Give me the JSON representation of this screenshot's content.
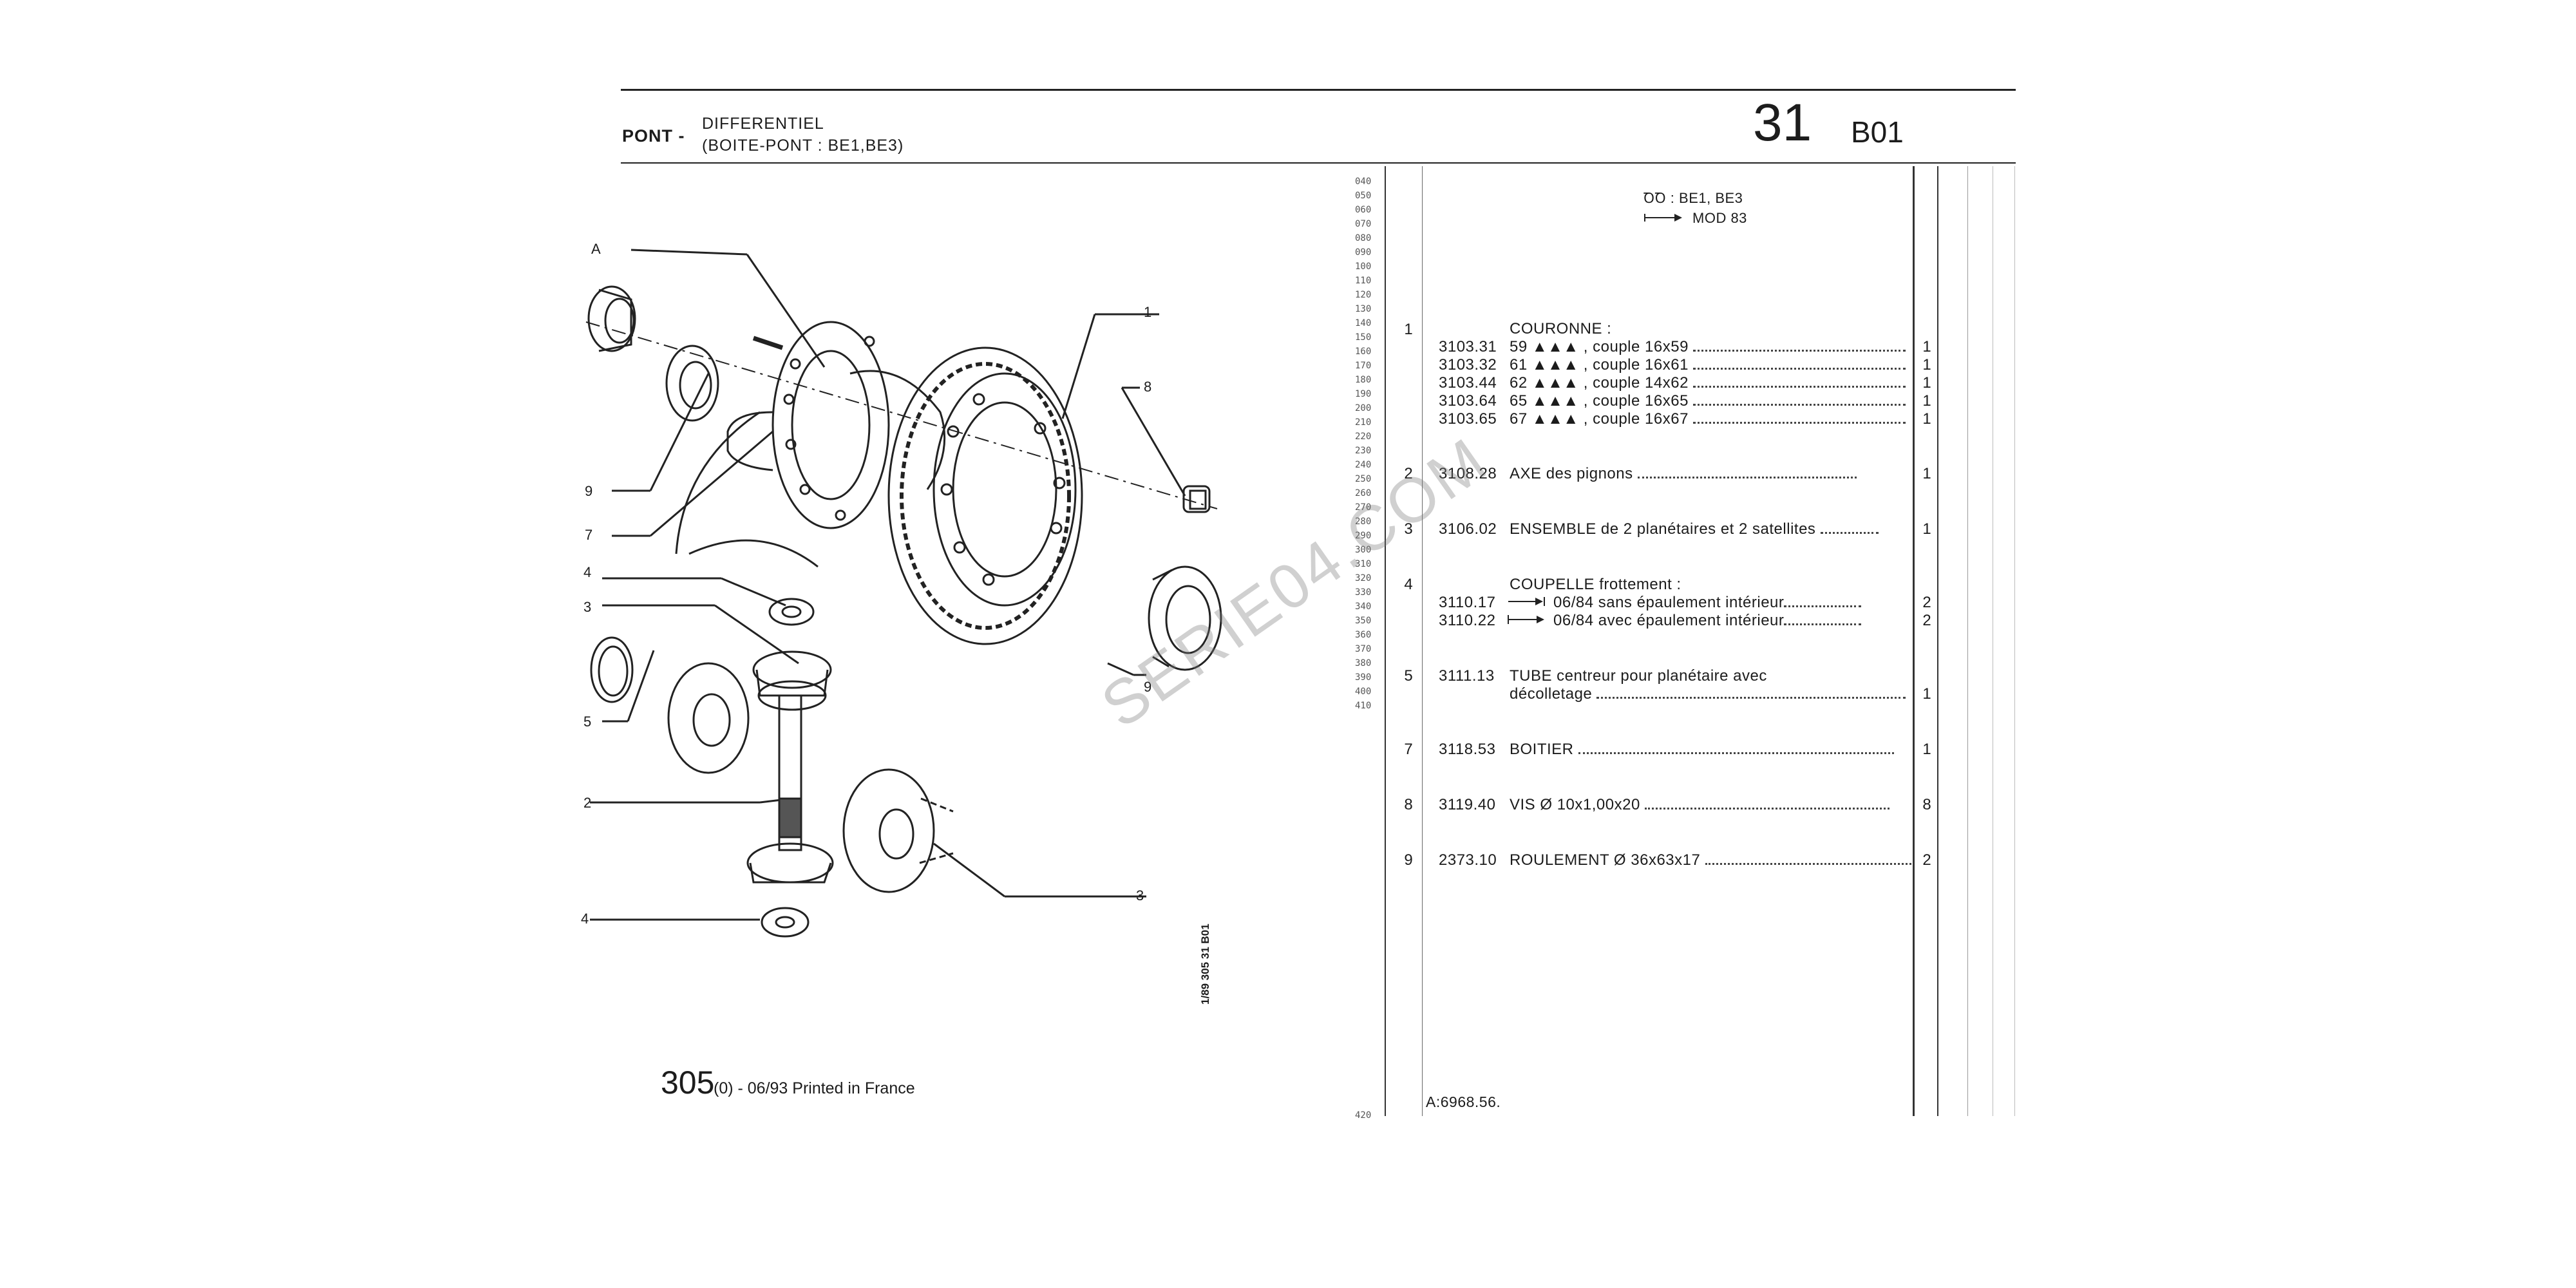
{
  "header": {
    "section": "PONT -",
    "subtitle_1": "DIFFERENTIEL",
    "subtitle_2": "(BOITE-PONT : BE1,BE3)",
    "page_number": "31",
    "page_code": "B01"
  },
  "row_codes": [
    "040",
    "050",
    "060",
    "070",
    "080",
    "090",
    "100",
    "110",
    "120",
    "130",
    "140",
    "150",
    "160",
    "170",
    "180",
    "190",
    "200",
    "210",
    "220",
    "230",
    "240",
    "250",
    "260",
    "270",
    "280",
    "290",
    "300",
    "310",
    "320",
    "330",
    "340",
    "350",
    "360",
    "370",
    "380",
    "390",
    "400",
    "410"
  ],
  "last_row_code": "420",
  "applicability": {
    "line1": "ꝹꝹ : BE1, BE3",
    "line2": "MOD 83"
  },
  "parts": [
    {
      "ref": "1",
      "title": "COURONNE :",
      "lines": [
        {
          "pn": "3103.31",
          "desc": "59 ▲▲▲ , couple 16x59",
          "qty": "1"
        },
        {
          "pn": "3103.32",
          "desc": "61 ▲▲▲ , couple 16x61",
          "qty": "1"
        },
        {
          "pn": "3103.44",
          "desc": "62 ▲▲▲ , couple 14x62",
          "qty": "1"
        },
        {
          "pn": "3103.64",
          "desc": "65 ▲▲▲ , couple 16x65",
          "qty": "1"
        },
        {
          "pn": "3103.65",
          "desc": "67 ▲▲▲ , couple 16x67",
          "qty": "1"
        }
      ]
    },
    {
      "ref": "2",
      "pn": "3108.28",
      "desc": "AXE des pignons",
      "qty": "1"
    },
    {
      "ref": "3",
      "pn": "3106.02",
      "desc": "ENSEMBLE de 2 planétaires et 2 satellites",
      "qty": "1"
    },
    {
      "ref": "4",
      "title": "COUPELLE frottement :",
      "lines": [
        {
          "pn": "3110.17",
          "desc": "06/84 sans épaulement intérieur",
          "qty": "2"
        },
        {
          "pn": "3110.22",
          "desc": "06/84 avec épaulement intérieur",
          "qty": "2"
        }
      ]
    },
    {
      "ref": "5",
      "pn": "3111.13",
      "desc": "TUBE centreur pour planétaire avec",
      "desc2": "décolletage",
      "qty": "1"
    },
    {
      "ref": "7",
      "pn": "3118.53",
      "desc": "BOITIER",
      "qty": "1"
    },
    {
      "ref": "8",
      "pn": "3119.40",
      "desc": "VIS Ø 10x1,00x20",
      "qty": "8"
    },
    {
      "ref": "9",
      "pn": "2373.10",
      "desc": "ROULEMENT Ø 36x63x17",
      "qty": "2"
    }
  ],
  "drawing_reference": "A:6968.56.",
  "diagram_callouts": [
    "A",
    "1",
    "8",
    "9",
    "7",
    "4",
    "3",
    "5",
    "2",
    "3",
    "4",
    "9"
  ],
  "footer": {
    "model": "305",
    "note": "(0) - 06/93 Printed in France",
    "side_code": "1/89 305 31 B01"
  },
  "watermark": "SERIE04.COM"
}
